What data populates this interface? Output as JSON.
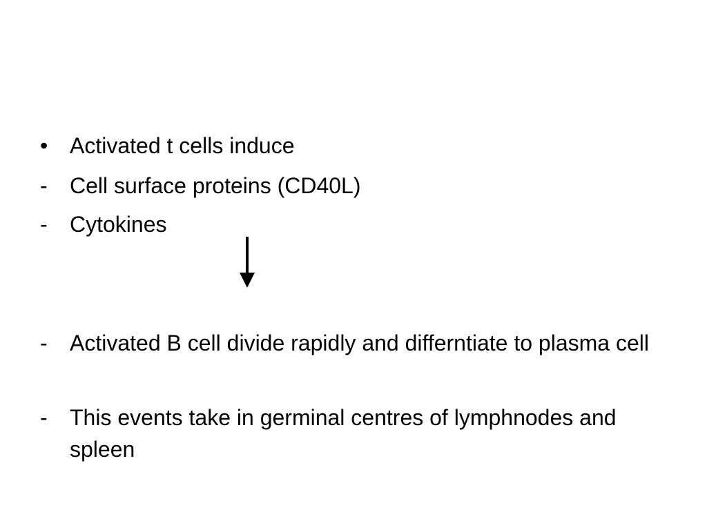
{
  "slide": {
    "group1": [
      {
        "marker": "•",
        "text": "Activated t cells induce"
      },
      {
        "marker": "-",
        "text": "Cell surface proteins (CD40L)"
      },
      {
        "marker": "-",
        "text": "Cytokines"
      }
    ],
    "group2": [
      {
        "marker": "-",
        "text": "Activated B cell divide rapidly and differntiate to plasma cell"
      },
      {
        "marker": "-",
        "text": "This events take in germinal centres of lymphnodes and spleen"
      }
    ]
  }
}
